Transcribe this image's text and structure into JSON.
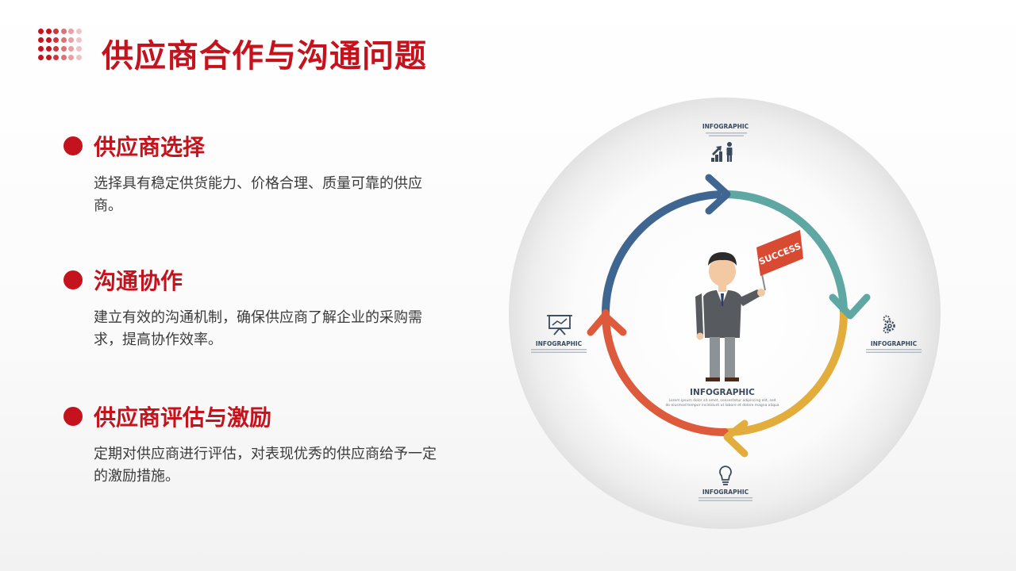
{
  "page": {
    "title": "供应商合作与沟通问题"
  },
  "sections": [
    {
      "title": "供应商选择",
      "body": "选择具有稳定供货能力、价格合理、质量可靠的供应商。"
    },
    {
      "title": "沟通协作",
      "body": "建立有效的沟通机制，确保供应商了解企业的采购需求，提高协作效率。"
    },
    {
      "title": "供应商评估与激励",
      "body": "定期对供应商进行评估，对表现优秀的供应商给予一定的激励措施。"
    }
  ],
  "diagram": {
    "flag_text": "SUCCESS",
    "center_label": "INFOGRAPHIC",
    "center_caption_line1": "Lorem ipsum dolor sit amet, consectetur adipiscing elit, sed",
    "center_caption_line2": "do eiusmod tempor incididunt ut labore et dolore magna aliqua",
    "nodes": {
      "top": {
        "label": "INFOGRAPHIC",
        "icon": "growth-chart-person-icon"
      },
      "right": {
        "label": "INFOGRAPHIC",
        "icon": "gears-icon"
      },
      "bottom": {
        "label": "INFOGRAPHIC",
        "icon": "lightbulb-icon"
      },
      "left": {
        "label": "INFOGRAPHIC",
        "icon": "presentation-board-icon"
      }
    },
    "arc_colors": [
      "#3f6691",
      "#5ea7a3",
      "#e2ad3d",
      "#dd5a3c"
    ],
    "accent_color": "#c5131d"
  }
}
